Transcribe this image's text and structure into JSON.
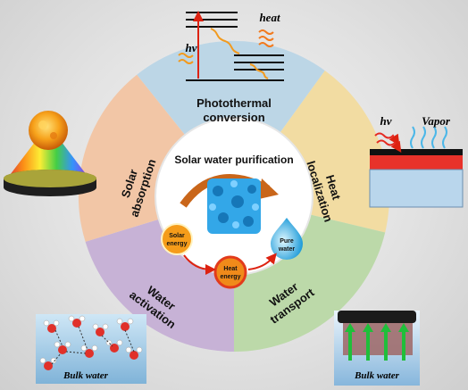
{
  "center": {
    "title": "Solar water purification",
    "solar_energy": [
      "Solar",
      "energy"
    ],
    "heat_energy": [
      "Heat",
      "energy"
    ],
    "pure_water": [
      "Pure",
      "water"
    ]
  },
  "sectors": {
    "photothermal": [
      "Photothermal",
      "conversion"
    ],
    "heat_localization": [
      "Heat",
      "localization"
    ],
    "water_transport": [
      "Water",
      "transport"
    ],
    "water_activation": [
      "Water",
      "activation"
    ],
    "solar_absorption": [
      "Solar",
      "absorption"
    ]
  },
  "insets": {
    "hv_top": "hv",
    "heat": "heat",
    "hv_right": "hv",
    "vapor": "Vapor",
    "bulk_water_left": "Bulk water",
    "bulk_water_right": "Bulk water"
  },
  "colors": {
    "photothermal": "#bcd6e6",
    "heat_localization": "#f2dca2",
    "water_transport": "#bcd9a9",
    "water_activation": "#c7b2d6",
    "solar_absorption": "#f2c6a6"
  }
}
